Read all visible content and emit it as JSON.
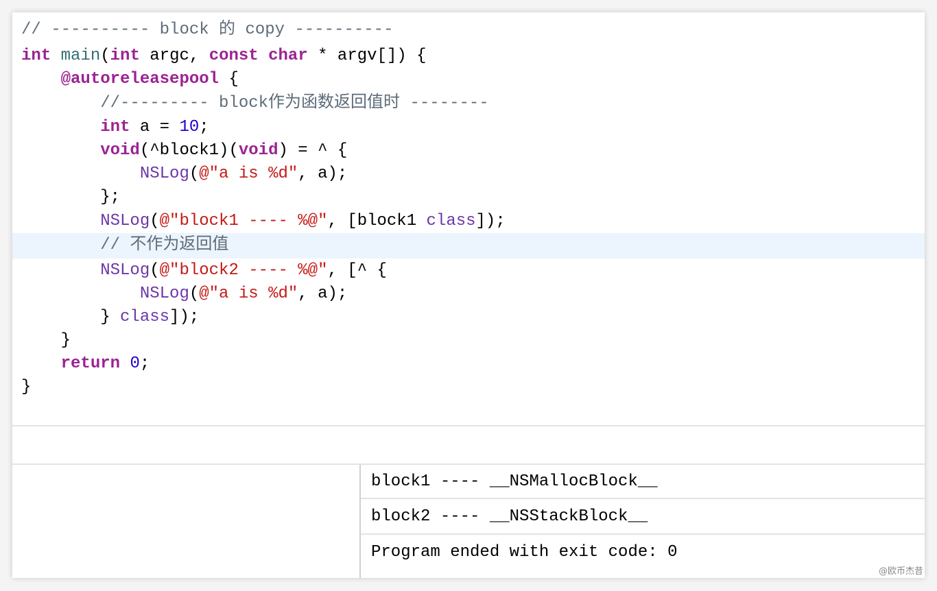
{
  "code_lines": [
    [
      [
        "// ---------- block 的 copy ----------",
        "comment"
      ]
    ],
    [
      [
        "int",
        "keyword"
      ],
      [
        " ",
        "plain"
      ],
      [
        "main",
        "func"
      ],
      [
        "(",
        "plain"
      ],
      [
        "int",
        "keyword"
      ],
      [
        " argc, ",
        "plain"
      ],
      [
        "const",
        "keyword"
      ],
      [
        " ",
        "plain"
      ],
      [
        "char",
        "keyword"
      ],
      [
        " * argv[]) {",
        "plain"
      ]
    ],
    [
      [
        "    ",
        "plain"
      ],
      [
        "@autoreleasepool",
        "keyword"
      ],
      [
        " {",
        "plain"
      ]
    ],
    [
      [
        "        //--------- block作为函数返回值时 --------",
        "comment"
      ]
    ],
    [
      [
        "        ",
        "plain"
      ],
      [
        "int",
        "keyword"
      ],
      [
        " a = ",
        "plain"
      ],
      [
        "10",
        "number"
      ],
      [
        ";",
        "plain"
      ]
    ],
    [
      [
        "        ",
        "plain"
      ],
      [
        "void",
        "keyword"
      ],
      [
        "(^block1)(",
        "plain"
      ],
      [
        "void",
        "keyword"
      ],
      [
        ") = ^ {",
        "plain"
      ]
    ],
    [
      [
        "            ",
        "plain"
      ],
      [
        "NSLog",
        "call"
      ],
      [
        "(",
        "plain"
      ],
      [
        "@\"a is %d\"",
        "string"
      ],
      [
        ", a);",
        "plain"
      ]
    ],
    [
      [
        "        };",
        "plain"
      ]
    ],
    [
      [
        "        ",
        "plain"
      ],
      [
        "NSLog",
        "call"
      ],
      [
        "(",
        "plain"
      ],
      [
        "@\"block1 ---- %@\"",
        "string"
      ],
      [
        ", [block1 ",
        "plain"
      ],
      [
        "class",
        "call"
      ],
      [
        "]);",
        "plain"
      ]
    ],
    [
      [
        "        // 不作为返回值",
        "comment"
      ]
    ],
    [
      [
        "        ",
        "plain"
      ],
      [
        "NSLog",
        "call"
      ],
      [
        "(",
        "plain"
      ],
      [
        "@\"block2 ---- %@\"",
        "string"
      ],
      [
        ", [^ {",
        "plain"
      ]
    ],
    [
      [
        "            ",
        "plain"
      ],
      [
        "NSLog",
        "call"
      ],
      [
        "(",
        "plain"
      ],
      [
        "@\"a is %d\"",
        "string"
      ],
      [
        ", a);",
        "plain"
      ]
    ],
    [
      [
        "        } ",
        "plain"
      ],
      [
        "class",
        "call"
      ],
      [
        "]);",
        "plain"
      ]
    ],
    [
      [
        "    }",
        "plain"
      ]
    ],
    [
      [
        "    ",
        "plain"
      ],
      [
        "return",
        "keyword"
      ],
      [
        " ",
        "plain"
      ],
      [
        "0",
        "number"
      ],
      [
        ";",
        "plain"
      ]
    ],
    [
      [
        "}",
        "plain"
      ]
    ]
  ],
  "highlighted_line": 9,
  "console": {
    "lines": [
      "block1 ---- __NSMallocBlock__",
      "block2 ---- __NSStackBlock__",
      "Program ended with exit code: 0"
    ]
  },
  "watermark": "@欧币杰昔"
}
